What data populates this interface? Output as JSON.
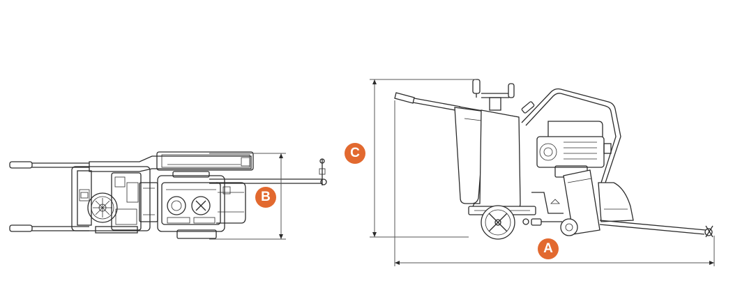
{
  "labels": {
    "a": "A",
    "b": "B",
    "c": "C"
  },
  "colors": {
    "badge": "#e2692f",
    "line": "#2b2b2b"
  },
  "icons": {
    "top_view": "saw-top-view-drawing",
    "side_view": "saw-side-view-drawing"
  }
}
